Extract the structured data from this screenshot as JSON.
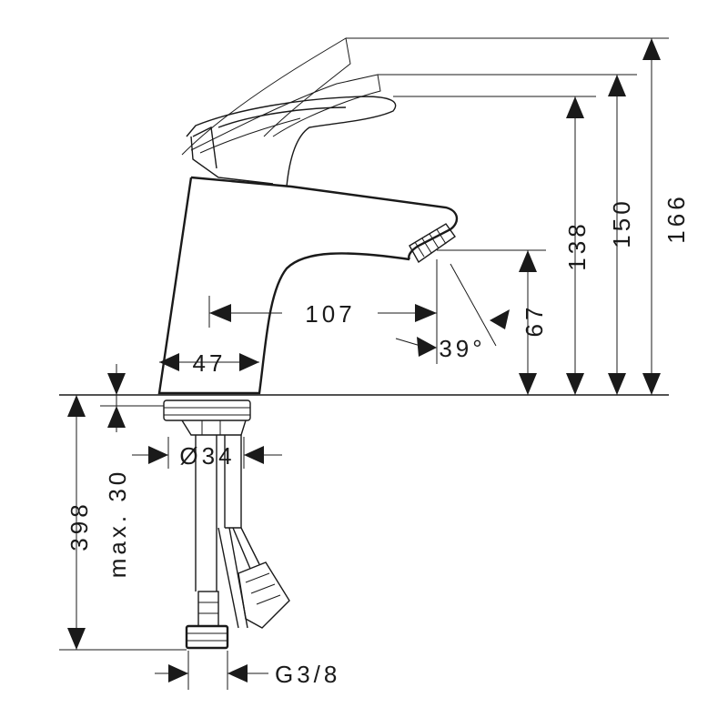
{
  "colors": {
    "ink": "#1a1a1a",
    "background": "#ffffff"
  },
  "dimensions": {
    "width_body": "47",
    "reach": "107",
    "angle": "39°",
    "spout_height": "67",
    "height_138": "138",
    "height_150": "150",
    "height_166": "166",
    "diameter": "Ø34",
    "max_thickness": "max. 30",
    "hose_length": "398",
    "connection": "G3/8"
  }
}
